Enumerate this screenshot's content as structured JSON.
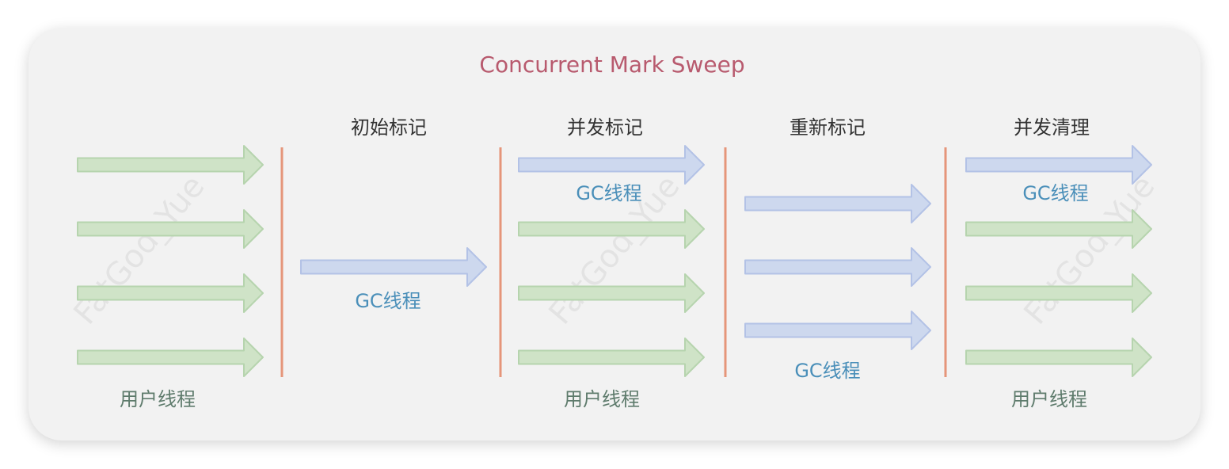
{
  "title": "Concurrent Mark Sweep",
  "colors": {
    "title": "#b85a6e",
    "divider": "#e5957a",
    "user_arrow_fill": "#cfe3c7",
    "user_arrow_stroke": "#b6d4ae",
    "gc_arrow_fill": "#cdd8ee",
    "gc_arrow_stroke": "#b3c2e6",
    "gc_text": "#4a8fb9",
    "user_text": "#5e7b6c"
  },
  "watermark": "FatGod_Yue",
  "phases": [
    {
      "label": "",
      "gc_label": "",
      "user_label": "用户线程",
      "arrows": [
        "user",
        "user",
        "user",
        "user"
      ]
    },
    {
      "label": "初始标记",
      "gc_label": "GC线程",
      "user_label": "",
      "arrows": [
        "gc"
      ]
    },
    {
      "label": "并发标记",
      "gc_label": "GC线程",
      "user_label": "用户线程",
      "arrows": [
        "gc",
        "user",
        "user",
        "user"
      ]
    },
    {
      "label": "重新标记",
      "gc_label": "GC线程",
      "user_label": "",
      "arrows": [
        "gc",
        "gc",
        "gc"
      ]
    },
    {
      "label": "并发清理",
      "gc_label": "GC线程",
      "user_label": "用户线程",
      "arrows": [
        "gc",
        "user",
        "user",
        "user"
      ]
    }
  ]
}
